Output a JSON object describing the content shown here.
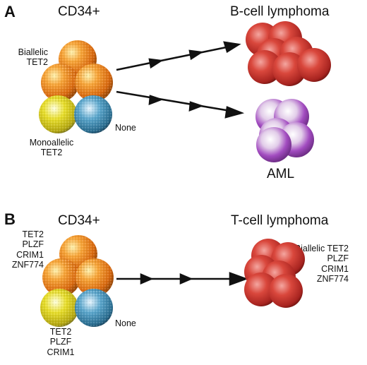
{
  "panels": [
    {
      "letter": "A",
      "source_title": "CD34+",
      "label_top": "Biallelic\nTET2",
      "label_bottom": "Monoallelic\nTET2",
      "label_none": "None",
      "target_top": "B-cell lymphoma",
      "target_bottom": "AML"
    },
    {
      "letter": "B",
      "source_title": "CD34+",
      "label_top": "TET2\nPLZF\nCRIM1\nZNF774",
      "label_bottom": "TET2\nPLZF\nCRIM1",
      "label_none": "None",
      "target_top": "T-cell lymphoma",
      "target_label": "Biallelic TET2\nPLZF\nCRIM1\nZNF774"
    }
  ],
  "colors": {
    "orange_cell": "#f08a1c",
    "yellow_cell": "#e2d81e",
    "blue_cell": "#3e8fb6",
    "red_cell": "#c8322a",
    "purple_cell": "#a24cc0",
    "arrow": "#111111"
  }
}
